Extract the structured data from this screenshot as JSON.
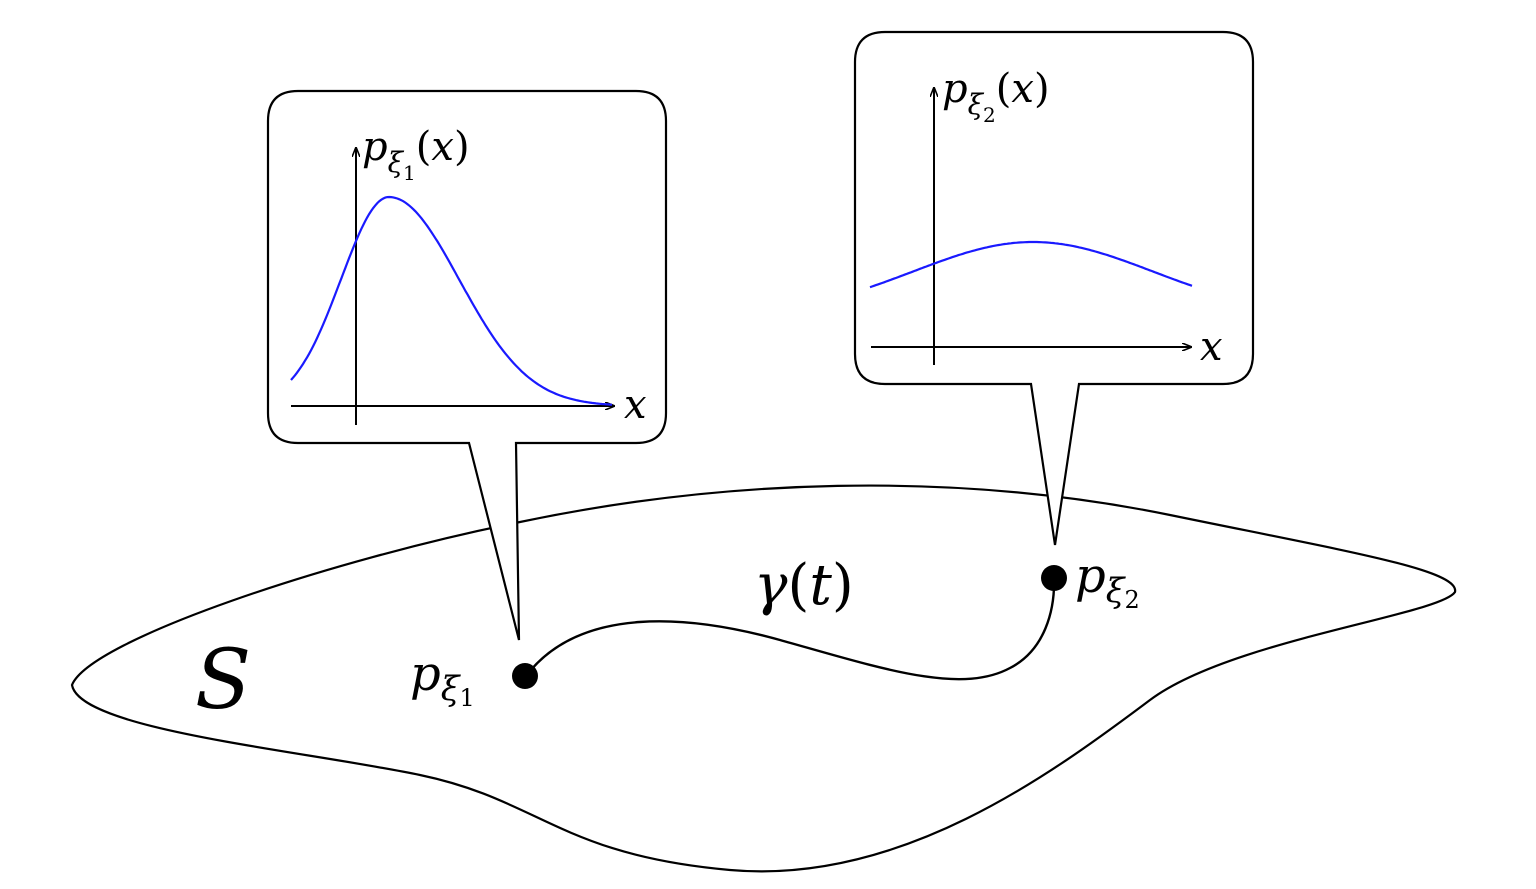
{
  "manifold": {
    "label": "S",
    "outline_color": "#000000"
  },
  "curve": {
    "label_symbol": "γ",
    "label_open": "(",
    "label_var": "t",
    "label_close": ")"
  },
  "point1": {
    "label_base": "p",
    "label_sub": "ξ",
    "label_subsub": "1"
  },
  "point2": {
    "label_base": "p",
    "label_sub": "ξ",
    "label_subsub": "2"
  },
  "callout1": {
    "y_axis_base": "p",
    "y_axis_sub": "ξ",
    "y_axis_subsub": "1",
    "y_axis_open": "(",
    "y_axis_var": "x",
    "y_axis_close": ")",
    "x_axis_label": "x",
    "curve_color": "#1a1aff",
    "distribution": "narrow-peak"
  },
  "callout2": {
    "y_axis_base": "p",
    "y_axis_sub": "ξ",
    "y_axis_subsub": "2",
    "y_axis_open": "(",
    "y_axis_var": "x",
    "y_axis_close": ")",
    "x_axis_label": "x",
    "curve_color": "#1a1aff",
    "distribution": "wide-flat"
  }
}
